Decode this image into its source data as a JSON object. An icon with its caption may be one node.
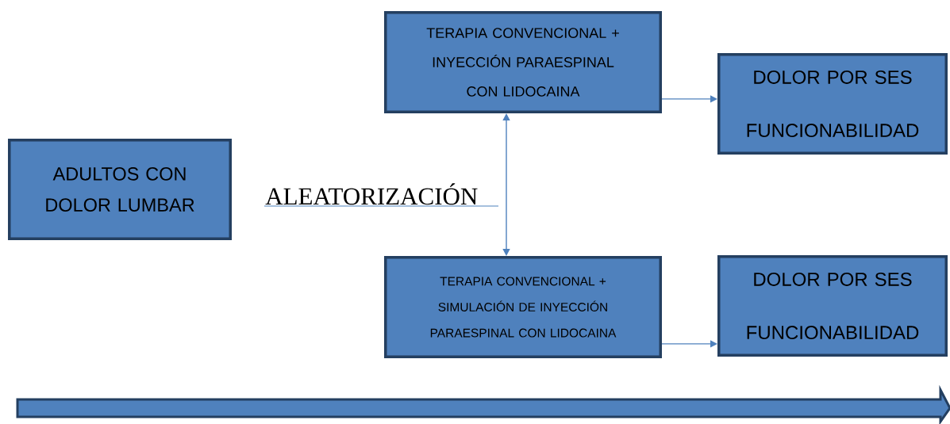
{
  "diagram": {
    "nodes": [
      {
        "text": [
          "ADULTOS CON DOLOR LUMBAR"
        ]
      },
      {
        "text": [
          "ALEATORIZACIÓN"
        ]
      },
      {
        "text": [
          "TERAPIA CONVENCIONAL + INYECCIÓN PARAESPINAL CON LIDOCAINA"
        ]
      },
      {
        "text": [
          "TERAPIA CONVENCIONAL + SIMULACIÓN DE INYECCIÓN PARAESPINAL CON LIDOCAINA"
        ]
      },
      {
        "text": [
          "DOLOR POR SES FUNCIONABILIDAD"
        ]
      },
      {
        "text": [
          "DOLOR POR SES FUNCIONABILIDAD"
        ]
      }
    ],
    "edges": [
      {
        "from": 2,
        "to": 3,
        "arrow": "both"
      },
      {
        "from": 2,
        "to": 4,
        "arrow": "to"
      },
      {
        "from": 3,
        "to": 5,
        "arrow": "to"
      }
    ]
  }
}
